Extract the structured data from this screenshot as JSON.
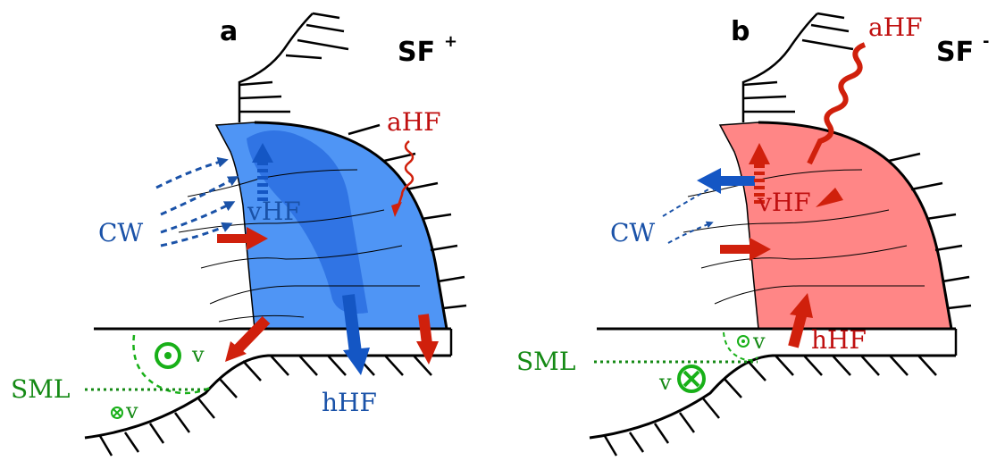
{
  "colors": {
    "cold_blue": "#3f86f2",
    "dark_blue": "#1456c4",
    "warm_red": "#ff8080",
    "arrow_red": "#d0200c",
    "sml_green": "#18b018",
    "label_green": "#158a15",
    "label_blue": "#1a52a8",
    "label_red": "#c01010"
  },
  "panel_a": {
    "label": "a",
    "sf_label": "SF",
    "sf_sign": "+",
    "aHF": "aHF",
    "vHF": "vHF",
    "CW": "CW",
    "hHF": "hHF",
    "SML": "SML",
    "v_out": "v",
    "v_in": "v"
  },
  "panel_b": {
    "label": "b",
    "sf_label": "SF",
    "sf_sign": "-",
    "aHF": "aHF",
    "vHF": "vHF",
    "CW": "CW",
    "hHF": "hHF",
    "SML": "SML",
    "v_out": "v",
    "v_in": "v"
  }
}
